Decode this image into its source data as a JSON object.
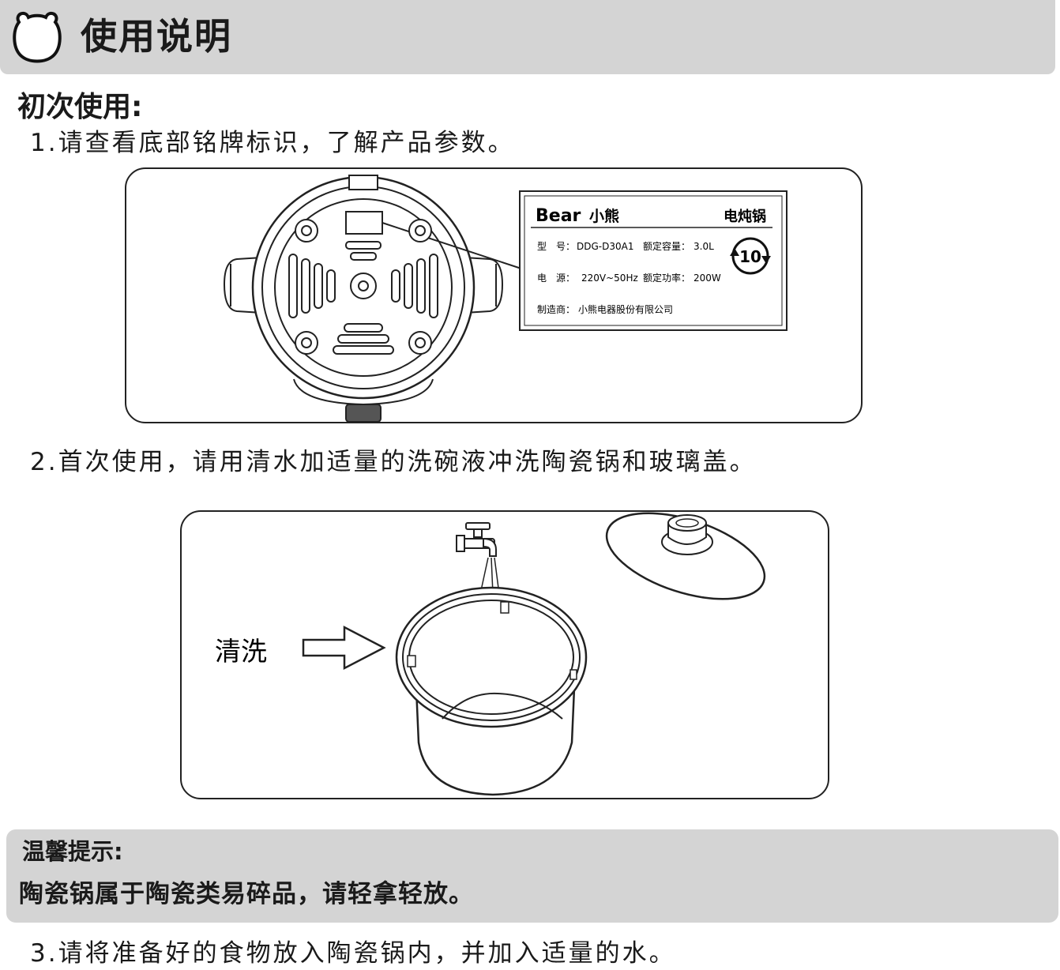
{
  "header": {
    "title": "使用说明",
    "icon": "bear-head-icon"
  },
  "section": {
    "title": "初次使用:"
  },
  "steps": [
    {
      "text": "1.请查看底部铭牌标识，了解产品参数。"
    },
    {
      "text": "2.首次使用，请用清水加适量的洗碗液冲洗陶瓷锅和玻璃盖。"
    },
    {
      "text": "3.请将准备好的食物放入陶瓷锅内，并加入适量的水。"
    }
  ],
  "nameplate": {
    "brand_en": "Bear",
    "brand_cn": "小熊",
    "product": "电炖锅",
    "model_label": "型　号：",
    "model_value": "DDG-D30A1",
    "capacity_label": "额定容量：",
    "capacity_value": "3.0L",
    "power_label": "电　源：",
    "power_value": "220V~50Hz",
    "wattage_label": "额定功率：",
    "wattage_value": "200W",
    "maker_label": "制造商：",
    "maker_value": "小熊电器股份有限公司",
    "eco_badge": "10"
  },
  "wash": {
    "label": "清洗"
  },
  "tip": {
    "title": "温馨提示:",
    "text": "陶瓷锅属于陶瓷类易碎品，请轻拿轻放。"
  }
}
